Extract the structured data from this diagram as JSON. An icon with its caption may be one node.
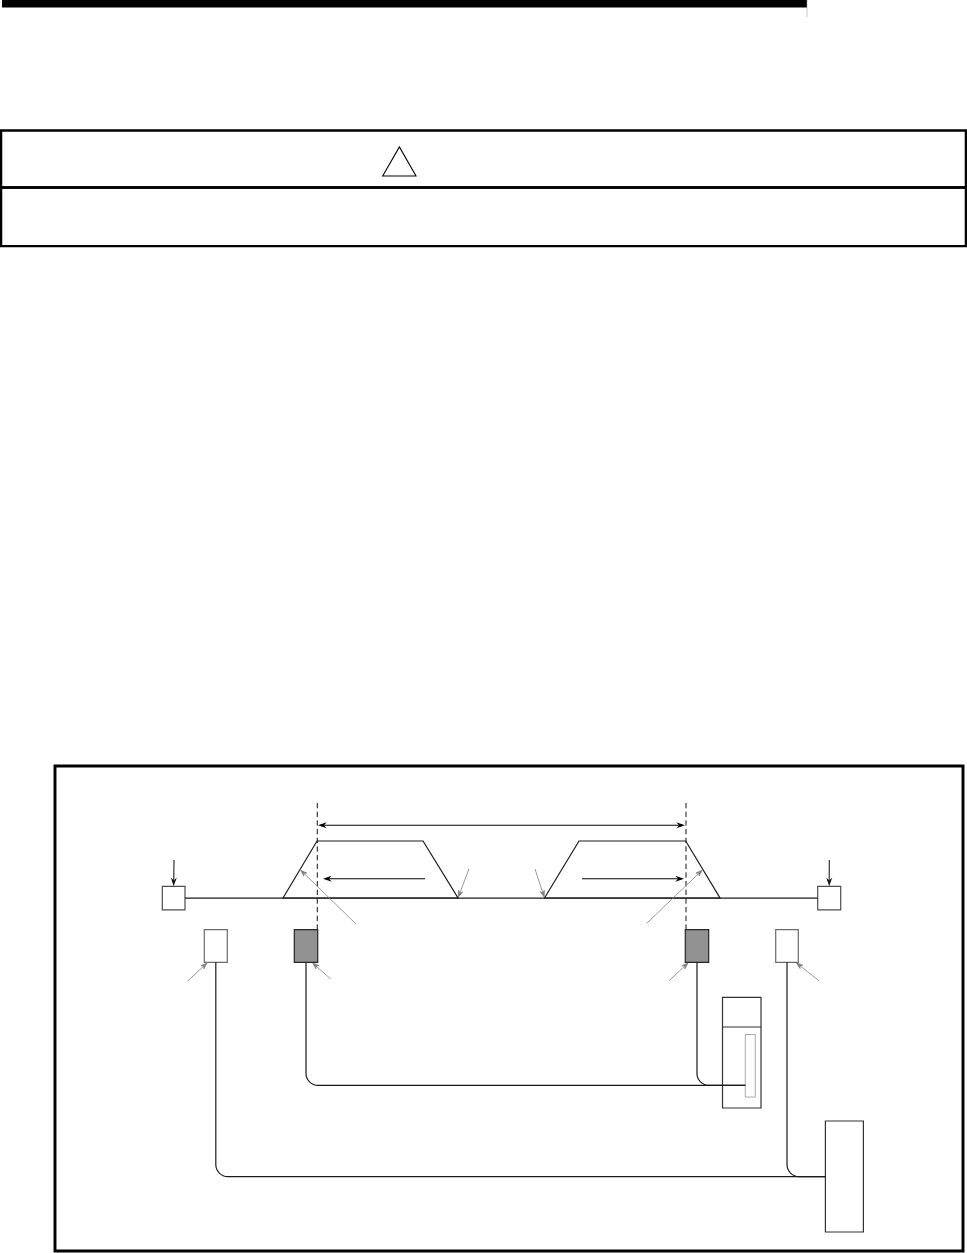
{
  "diagram": {
    "nodes": [
      {
        "text": [],
        "shape": "trapezoid"
      },
      {
        "text": [],
        "shape": "trapezoid"
      },
      {
        "text": [],
        "shape": "box"
      },
      {
        "text": [],
        "shape": "box"
      },
      {
        "text": [],
        "shape": "box"
      },
      {
        "text": [],
        "shape": "box"
      },
      {
        "text": [],
        "shape": "box"
      },
      {
        "text": [],
        "shape": "box"
      },
      {
        "text": [],
        "shape": "box"
      },
      {
        "text": [],
        "shape": "box",
        "in": 8
      },
      {
        "text": [],
        "shape": "box"
      }
    ],
    "edges": [
      {
        "from": 2,
        "to": 3,
        "arrow": "none",
        "color": "#1a1a1a"
      },
      {
        "from": null,
        "to": 2,
        "arrow": "to",
        "color": "#1a1a1a"
      },
      {
        "from": null,
        "to": 3,
        "arrow": "to",
        "color": "#1a1a1a"
      },
      {
        "from": null,
        "to": 0,
        "arrow": "to"
      },
      {
        "from": null,
        "to": 0,
        "arrow": "to"
      },
      {
        "from": null,
        "to": 1,
        "arrow": "to"
      },
      {
        "from": null,
        "to": 1,
        "arrow": "to"
      },
      {
        "from": null,
        "to": 4,
        "arrow": "to"
      },
      {
        "from": null,
        "to": 5,
        "arrow": "to"
      },
      {
        "from": null,
        "to": 6,
        "arrow": "to"
      },
      {
        "from": null,
        "to": 7,
        "arrow": "to"
      },
      {
        "from": 5,
        "to": 9,
        "arrow": "none",
        "color": "#1a1a1a"
      },
      {
        "from": 6,
        "to": 9,
        "arrow": "none",
        "color": "#1a1a1a"
      },
      {
        "from": 4,
        "to": 10,
        "arrow": "none",
        "color": "#1a1a1a"
      },
      {
        "from": 7,
        "to": 10,
        "arrow": "none",
        "color": "#1a1a1a"
      }
    ]
  }
}
